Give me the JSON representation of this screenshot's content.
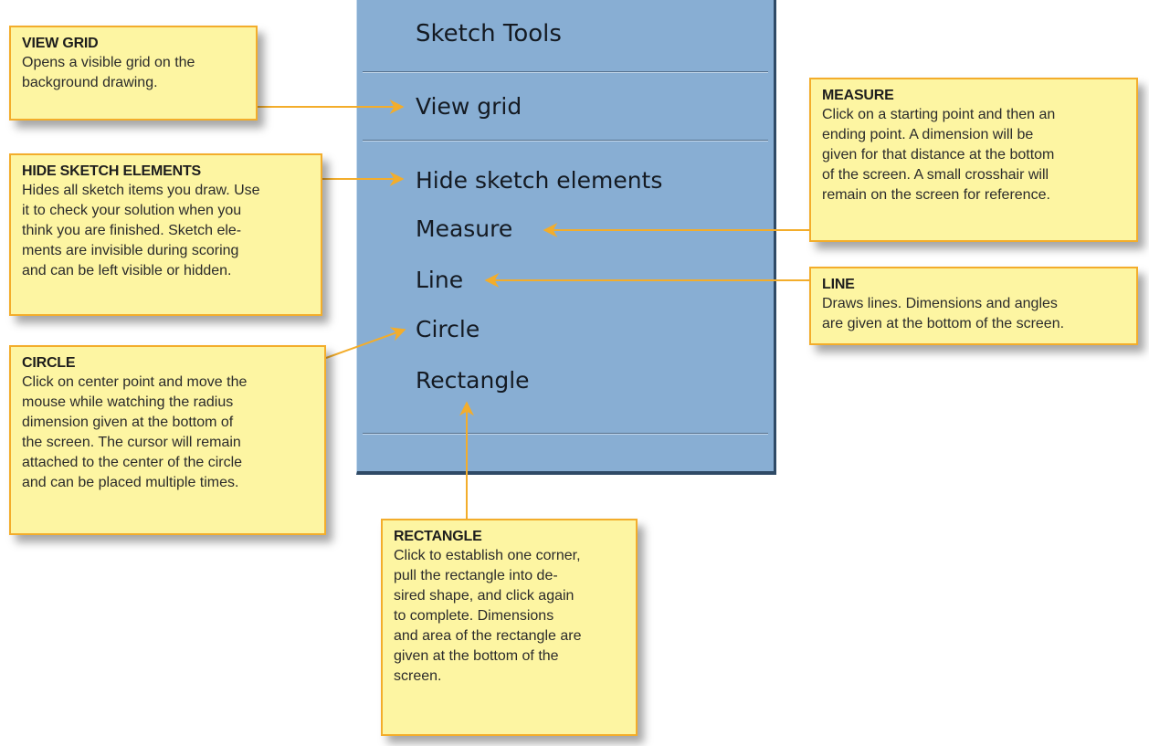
{
  "panel": {
    "title": "Sketch Tools",
    "items": [
      {
        "label": "View grid"
      },
      {
        "label": "Hide sketch elements"
      },
      {
        "label": "Measure"
      },
      {
        "label": "Line"
      },
      {
        "label": "Circle"
      },
      {
        "label": "Rectangle"
      }
    ]
  },
  "callouts": {
    "view_grid": {
      "title": "VIEW GRID",
      "body": "Opens a visible grid on the\nbackground drawing."
    },
    "hide_sketch": {
      "title": "HIDE SKETCH ELEMENTS",
      "body": "Hides all sketch items you draw. Use\nit to check your solution when you\nthink you are finished. Sketch ele-\nments are invisible during scoring\nand can be left visible or hidden."
    },
    "circle": {
      "title": "CIRCLE",
      "body": "Click on center point and move the\nmouse while watching the radius\ndimension given at the bottom of\nthe screen. The cursor will remain\nattached to the center of the circle\nand can be placed multiple times."
    },
    "measure": {
      "title": "MEASURE",
      "body": "Click on a starting point and then an\nending point. A dimension will be\ngiven for that distance at the bottom\nof the screen. A small crosshair will\nremain on the screen for reference."
    },
    "line": {
      "title": "LINE",
      "body": "Draws lines. Dimensions and angles\nare given at the bottom of the screen."
    },
    "rectangle": {
      "title": "RECTANGLE",
      "body": "Click to establish one corner,\npull the rectangle into de-\nsired shape, and click again\nto complete. Dimensions\nand area of the rectangle are\ngiven at the bottom of the\nscreen."
    }
  },
  "colors": {
    "panel_bg": "#88aed3",
    "callout_bg": "#fdf5a2",
    "callout_border": "#f3ad2b",
    "arrow": "#f3ad2b"
  }
}
